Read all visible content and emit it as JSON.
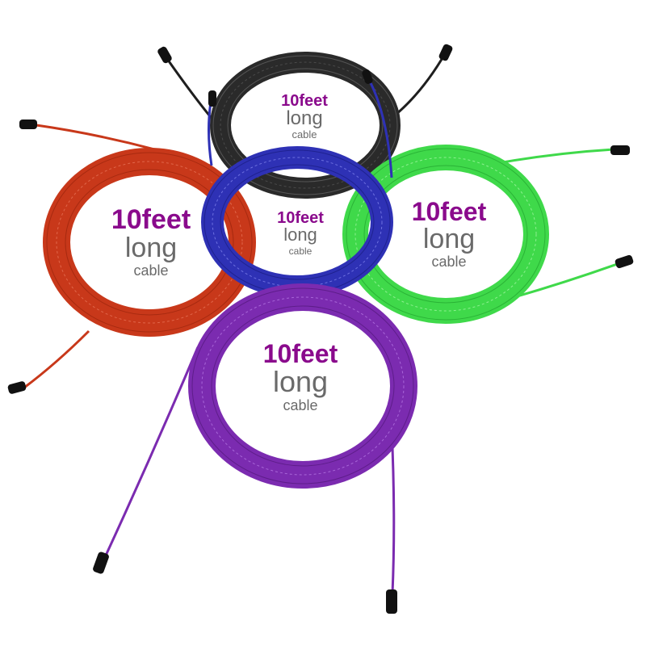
{
  "colors": {
    "red": "#c8381a",
    "black": "#1e1e1e",
    "blue": "#2e31b5",
    "green": "#3fd94a",
    "purple": "#7b2bb0",
    "label_feet": "#8a0a8c",
    "label_text": "#6a6a6a"
  },
  "coils": [
    {
      "id": "black",
      "label": {
        "feet": "10feet",
        "long": "long",
        "cable": "cable"
      }
    },
    {
      "id": "red",
      "label": {
        "feet": "10feet",
        "long": "long",
        "cable": "cable"
      }
    },
    {
      "id": "blue",
      "label": {
        "feet": "10feet",
        "long": "long",
        "cable": "cable"
      }
    },
    {
      "id": "green",
      "label": {
        "feet": "10feet",
        "long": "long",
        "cable": "cable"
      }
    },
    {
      "id": "purple",
      "label": {
        "feet": "10feet",
        "long": "long",
        "cable": "cable"
      }
    }
  ]
}
